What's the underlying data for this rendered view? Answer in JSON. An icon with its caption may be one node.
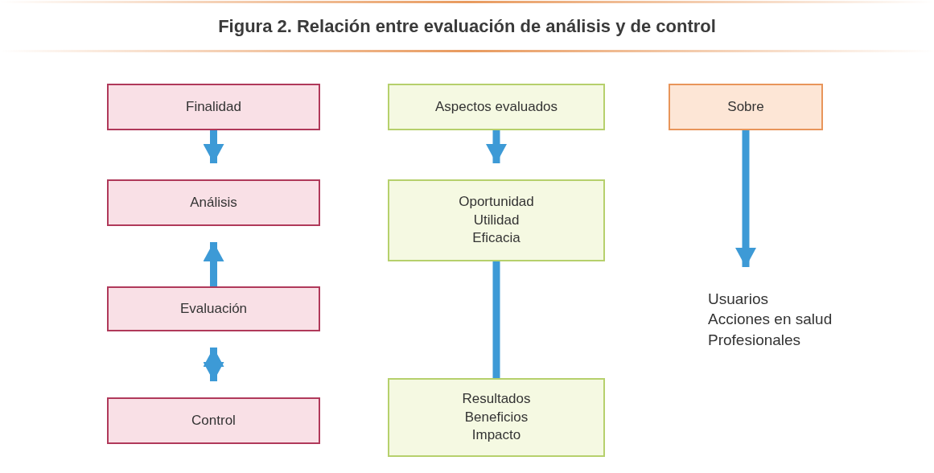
{
  "diagram": {
    "title": "**Figura 2.** Relación entre evaluación de análisis y de control",
    "nodes": [
      {
        "text": [
          "Finalidad"
        ]
      },
      {
        "text": [
          "Análisis"
        ]
      },
      {
        "text": [
          "Evaluación"
        ]
      },
      {
        "text": [
          "Control"
        ]
      },
      {
        "text": [
          "Aspectos evaluados"
        ]
      },
      {
        "text": [
          "Oportunidad",
          "Utilidad",
          "Eficacia"
        ]
      },
      {
        "text": [
          "Resultados",
          "Beneficios",
          "Impacto"
        ]
      },
      {
        "text": [
          "Sobre"
        ]
      },
      {
        "text": [
          "Usuarios",
          "Acciones en salud",
          "Profesionales"
        ]
      }
    ],
    "edges": [
      {
        "from": 0,
        "to": 1,
        "arrow": "to"
      },
      {
        "from": 2,
        "to": 1,
        "arrow": "to"
      },
      {
        "from": 2,
        "to": 3,
        "arrow": "both"
      },
      {
        "from": 4,
        "to": 5,
        "arrow": "to"
      },
      {
        "from": 5,
        "to": 6,
        "arrow": "none"
      },
      {
        "from": 7,
        "to": 8,
        "arrow": "to"
      }
    ]
  }
}
